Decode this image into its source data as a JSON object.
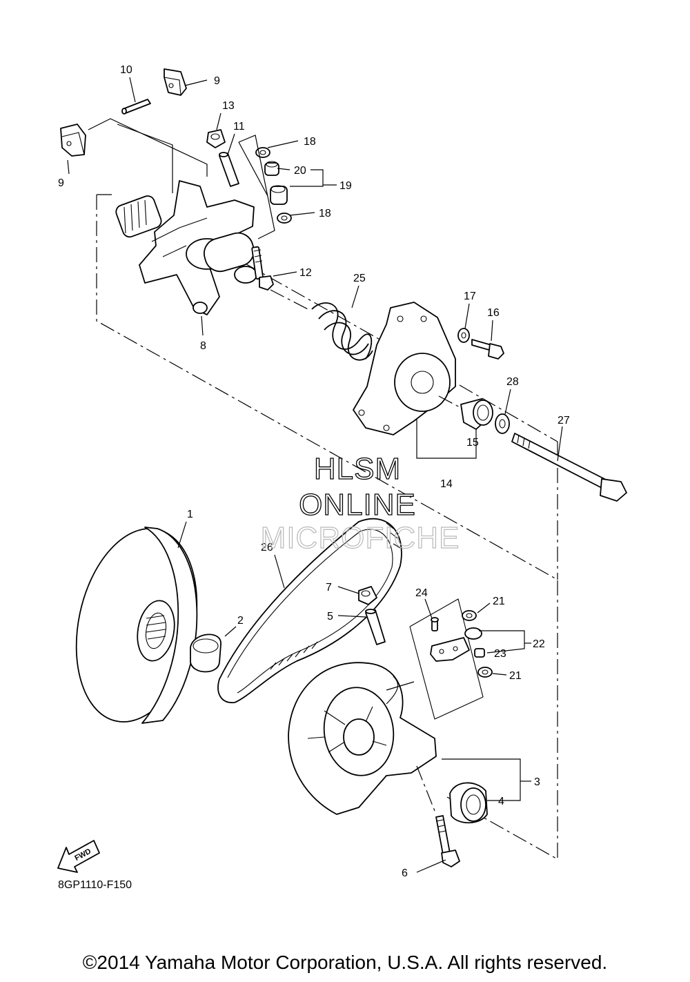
{
  "diagram": {
    "drawing_code": "8GP1110-F150",
    "copyright": "©2014 Yamaha Motor Corporation, U.S.A. All rights reserved.",
    "watermark": {
      "line1": "HLSM",
      "line2": "ONLINE",
      "line3": "MICROFICHE"
    },
    "fwd_label": "FWD",
    "callouts": {
      "c1": "1",
      "c2": "2",
      "c3": "3",
      "c4": "4",
      "c5": "5",
      "c6": "6",
      "c7": "7",
      "c8": "8",
      "c9a": "9",
      "c9b": "9",
      "c10": "10",
      "c11": "11",
      "c12": "12",
      "c13": "13",
      "c14": "14",
      "c15": "15",
      "c16": "16",
      "c17": "17",
      "c18a": "18",
      "c18b": "18",
      "c19": "19",
      "c20": "20",
      "c21a": "21",
      "c21b": "21",
      "c22": "22",
      "c23": "23",
      "c24": "24",
      "c25": "25",
      "c26": "26",
      "c27": "27",
      "c28": "28"
    }
  }
}
